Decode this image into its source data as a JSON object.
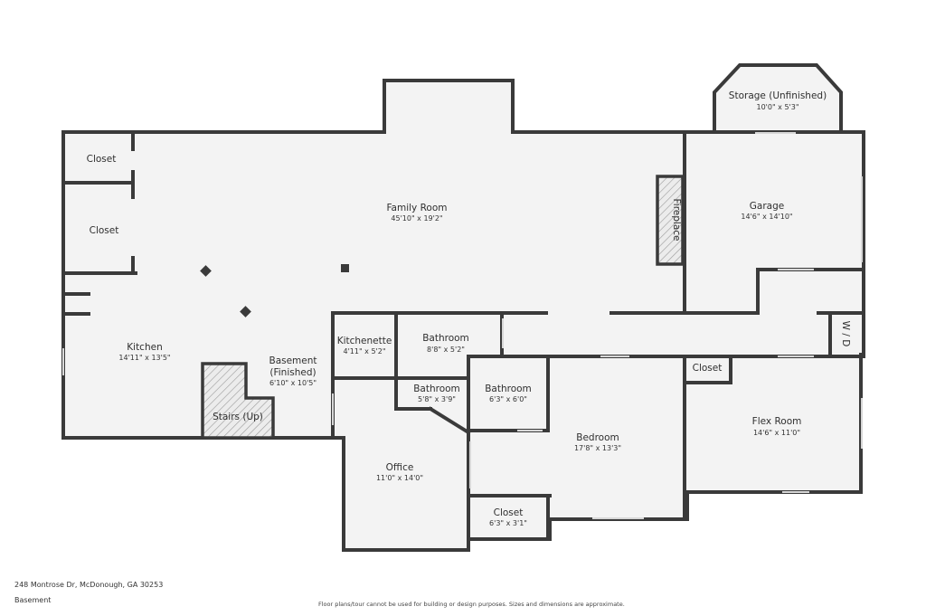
{
  "footer": {
    "address": "248 Montrose Dr, McDonough, GA 30253",
    "level": "Basement",
    "disclaimer": "Floor plans/tour cannot be used for building or design purposes. Sizes and dimensions are approximate."
  },
  "rooms": {
    "storage": {
      "name": "Storage (Unfinished)",
      "dims": "10'0\" x 5'3\""
    },
    "closet_top": {
      "name": "Closet"
    },
    "closet_mid": {
      "name": "Closet"
    },
    "family_room": {
      "name": "Family Room",
      "dims": "45'10\" x 19'2\""
    },
    "garage": {
      "name": "Garage",
      "dims": "14'6\" x 14'10\""
    },
    "fireplace": {
      "name": "Fireplace"
    },
    "kitchen": {
      "name": "Kitchen",
      "dims": "14'11\" x 13'5\""
    },
    "basement": {
      "name1": "Basement",
      "name2": "(Finished)",
      "dims": "6'10\" x 10'5\""
    },
    "kitchenette": {
      "name": "Kitchenette",
      "dims": "4'11\" x 5'2\""
    },
    "bathroom_1": {
      "name": "Bathroom",
      "dims": "8'8\" x 5'2\""
    },
    "bathroom_2": {
      "name": "Bathroom",
      "dims": "5'8\" x 3'9\""
    },
    "bathroom_3": {
      "name": "Bathroom",
      "dims": "6'3\" x 6'0\""
    },
    "stairs": {
      "name": "Stairs (Up)"
    },
    "closet_hall": {
      "name": "Closet"
    },
    "wd": {
      "name": "W / D"
    },
    "flex_room": {
      "name": "Flex Room",
      "dims": "14'6\" x 11'0\""
    },
    "bedroom": {
      "name": "Bedroom",
      "dims": "17'8\" x 13'3\""
    },
    "office": {
      "name": "Office",
      "dims": "11'0\" x 14'0\""
    },
    "closet_bed": {
      "name": "Closet",
      "dims": "6'3\" x 3'1\""
    }
  }
}
